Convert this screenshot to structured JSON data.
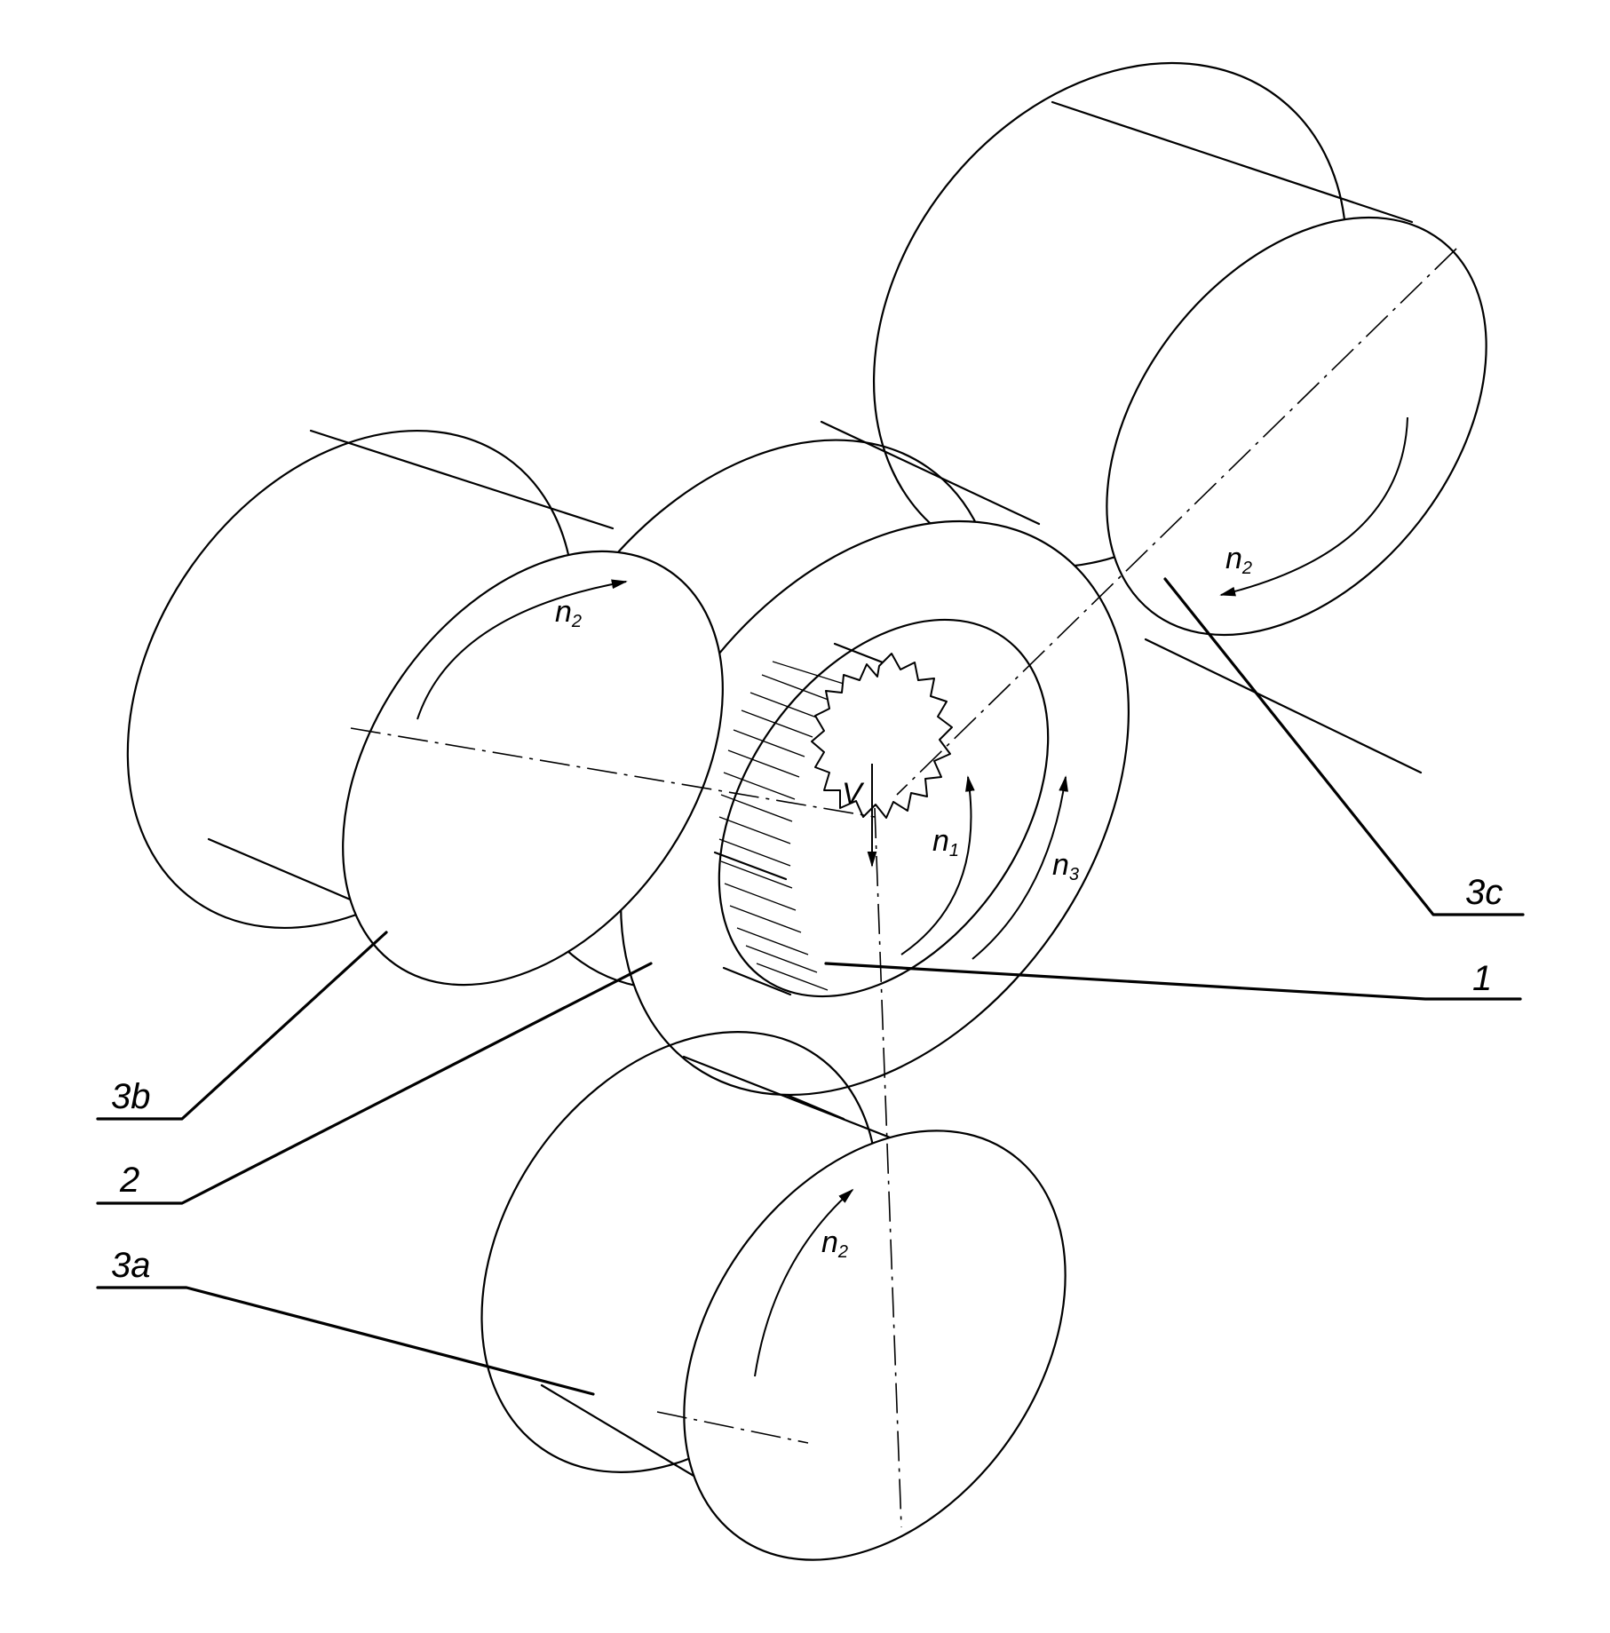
{
  "diagram": {
    "part_labels": {
      "gear": "1",
      "ring": "2",
      "roller_a": "3a",
      "roller_b": "3b",
      "roller_c": "3c"
    },
    "symbols": {
      "n1": {
        "base": "n",
        "sub": "1"
      },
      "n2": {
        "base": "n",
        "sub": "2"
      },
      "n3": {
        "base": "n",
        "sub": "3"
      },
      "v": "V"
    }
  }
}
